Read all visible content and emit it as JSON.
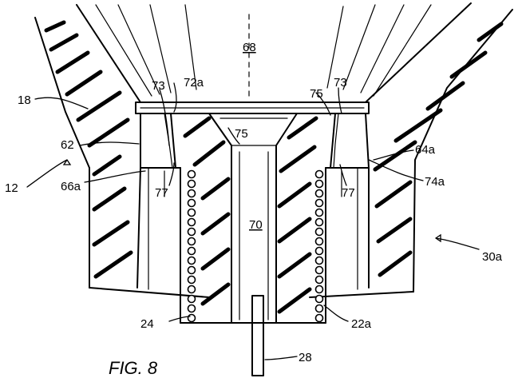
{
  "figure": {
    "caption": "FIG. 8"
  },
  "labels": {
    "l68": "68",
    "l72a": "72a",
    "l73_left": "73",
    "l73_right": "73",
    "l75_top": "75",
    "l75_mid": "75",
    "l18": "18",
    "l62": "62",
    "l64a": "64a",
    "l12": "12",
    "l66a": "66a",
    "l77_left": "77",
    "l77_right": "77",
    "l74a": "74a",
    "l70": "70",
    "l30a": "30a",
    "l24": "24",
    "l22a": "22a",
    "l28": "28"
  }
}
